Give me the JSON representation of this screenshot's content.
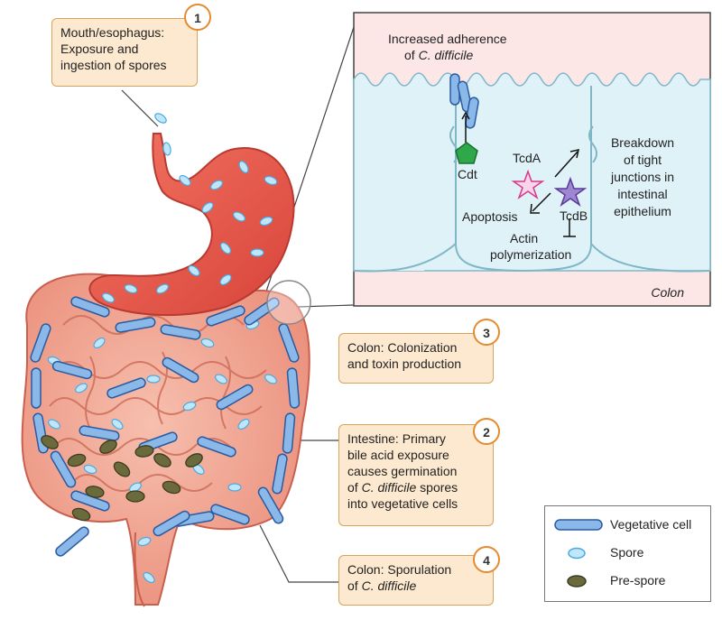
{
  "callouts": {
    "c1": {
      "number": "1",
      "lines": [
        "Mouth/esophagus:",
        "Exposure and",
        "ingestion of spores"
      ]
    },
    "c3": {
      "number": "3",
      "lines": [
        "Colon: Colonization",
        "and toxin production"
      ]
    },
    "c2": {
      "number": "2",
      "lines": [
        "Intestine: Primary",
        "bile acid exposure",
        "causes germination",
        "of",
        "C. difficile",
        "spores",
        "into vegetative cells"
      ]
    },
    "c4": {
      "number": "4",
      "line1": "Colon: Sporulation",
      "line2_prefix": "of ",
      "line2_italic": "C. difficile"
    }
  },
  "inset": {
    "title_line1": "Increased adherence",
    "title_line2_prefix": "of ",
    "title_line2_italic": "C. difficile",
    "cdt": "Cdt",
    "tcda": "TcdA",
    "tcdb": "TcdB",
    "apoptosis": "Apoptosis",
    "actin": "Actin",
    "polymerization": "polymerization",
    "breakdown": [
      "Breakdown",
      "of tight",
      "junctions in",
      "intestinal",
      "epithelium"
    ],
    "region": "Colon"
  },
  "legend": {
    "vegetative": "Vegetative cell",
    "spore": "Spore",
    "prespore": "Pre-spore"
  },
  "colors": {
    "tissue": "#f0a896",
    "tissue_dark": "#d96c5c",
    "stomach": "#e8574a",
    "spore": "#bfe6fb",
    "vegetative": "#8ab8e8",
    "prespore": "#6b6a3c",
    "callout_fill": "#fde9cf",
    "badge_ring": "#e58a2e",
    "inset_bg": "#fde6e6",
    "cell": "#dff2f8"
  }
}
